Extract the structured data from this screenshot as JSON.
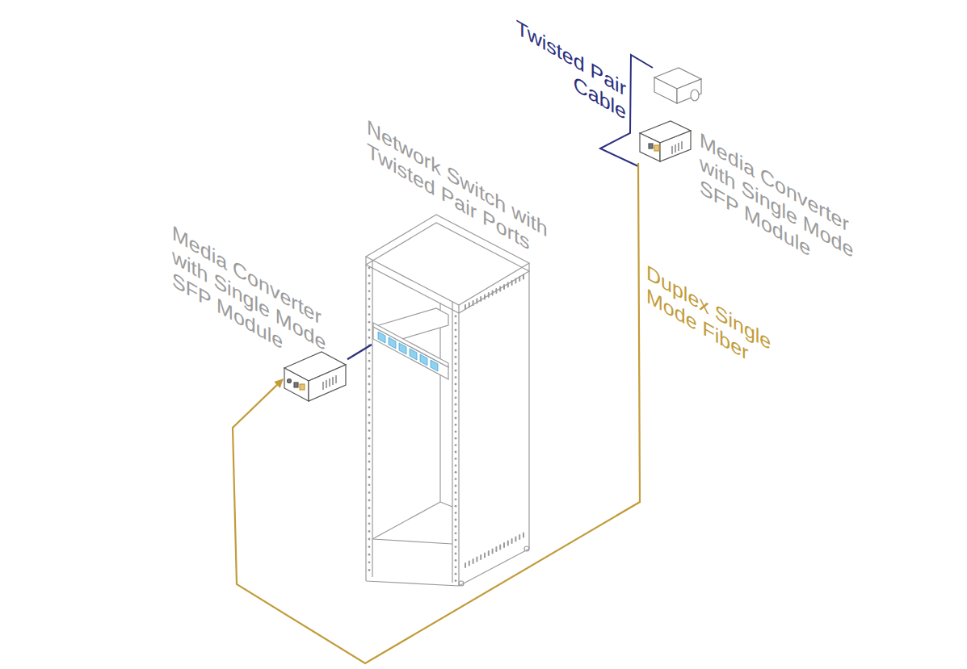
{
  "diagram": {
    "nodes": [
      {
        "text": [
          "Media Converter with Single Mode SFP Module"
        ]
      },
      {
        "text": [
          "Network Switch with Twisted Pair Ports"
        ]
      },
      {
        "text": [
          "Media Converter with Single Mode SFP Module"
        ]
      }
    ],
    "edges": [
      {
        "from": 0,
        "to": 1,
        "arrow": "none"
      },
      {
        "from": 2,
        "to": 0,
        "arrow": "to",
        "label": "Duplex Single Mode Fiber"
      }
    ],
    "labels": [
      "Twisted Pair Cable"
    ]
  }
}
